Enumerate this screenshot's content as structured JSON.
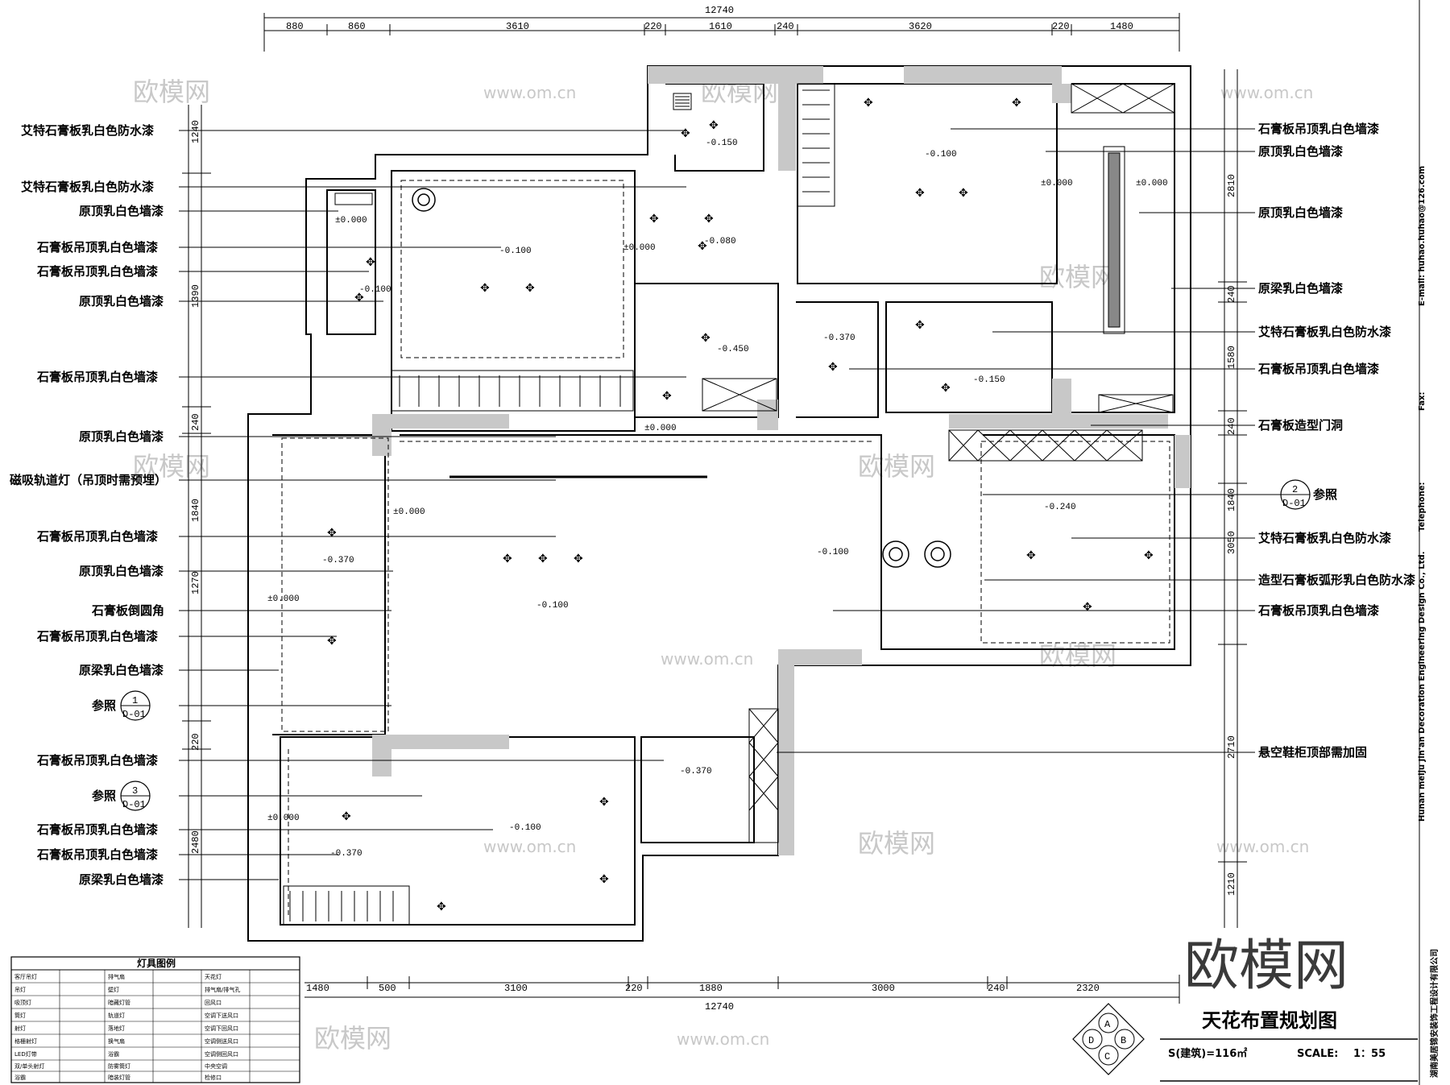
{
  "top_total": "12740",
  "top_dims": [
    {
      "t": "880"
    },
    {
      "t": "860"
    },
    {
      "t": "3610"
    },
    {
      "t": "220"
    },
    {
      "t": "1610"
    },
    {
      "t": "240"
    },
    {
      "t": "3620"
    },
    {
      "t": "220"
    },
    {
      "t": "1480"
    }
  ],
  "bottom_total": "12740",
  "bottom_dims": [
    {
      "t": "1480"
    },
    {
      "t": "500"
    },
    {
      "t": "3100"
    },
    {
      "t": "220"
    },
    {
      "t": "1880"
    },
    {
      "t": "3000"
    },
    {
      "t": "240"
    },
    {
      "t": "2320"
    }
  ],
  "left_dims": [
    {
      "t": "1240"
    },
    {
      "t": "1390"
    },
    {
      "t": "240"
    },
    {
      "t": "1840"
    },
    {
      "t": "1270"
    },
    {
      "t": "220"
    },
    {
      "t": "2480"
    }
  ],
  "right_dims": [
    {
      "t": "2810"
    },
    {
      "t": "240"
    },
    {
      "t": "1580"
    },
    {
      "t": "240"
    },
    {
      "t": "1840"
    },
    {
      "t": "3050"
    },
    {
      "t": "2710"
    },
    {
      "t": "1210"
    }
  ],
  "left_labels": [
    {
      "t": "艾特石膏板乳白色防水漆"
    },
    {
      "t": "艾特石膏板乳白色防水漆"
    },
    {
      "t": "原顶乳白色墙漆"
    },
    {
      "t": "石膏板吊顶乳白色墙漆"
    },
    {
      "t": "石膏板吊顶乳白色墙漆"
    },
    {
      "t": "原顶乳白色墙漆"
    },
    {
      "t": "石膏板吊顶乳白色墙漆"
    },
    {
      "t": "原顶乳白色墙漆"
    },
    {
      "t": "磁吸轨道灯（吊顶时需预埋）"
    },
    {
      "t": "石膏板吊顶乳白色墙漆"
    },
    {
      "t": "原顶乳白色墙漆"
    },
    {
      "t": "石膏板倒圆角"
    },
    {
      "t": "石膏板吊顶乳白色墙漆"
    },
    {
      "t": "原梁乳白色墙漆"
    },
    {
      "t": "参照"
    },
    {
      "t": "石膏板吊顶乳白色墙漆"
    },
    {
      "t": "参照"
    },
    {
      "t": "石膏板吊顶乳白色墙漆"
    },
    {
      "t": "石膏板吊顶乳白色墙漆"
    },
    {
      "t": "原梁乳白色墙漆"
    }
  ],
  "right_labels": [
    {
      "t": "石膏板吊顶乳白色墙漆"
    },
    {
      "t": "原顶乳白色墙漆"
    },
    {
      "t": "原顶乳白色墙漆"
    },
    {
      "t": "原梁乳白色墙漆"
    },
    {
      "t": "艾特石膏板乳白色防水漆"
    },
    {
      "t": "石膏板吊顶乳白色墙漆"
    },
    {
      "t": "石膏板造型门洞"
    },
    {
      "t": "参照"
    },
    {
      "t": "艾特石膏板乳白色防水漆"
    },
    {
      "t": "造型石膏板弧形乳白色防水漆"
    },
    {
      "t": "石膏板吊顶乳白色墙漆"
    },
    {
      "t": "悬空鞋柜顶部需加固"
    }
  ],
  "refs": [
    {
      "num": "1",
      "sheet": "D-01"
    },
    {
      "num": "3",
      "sheet": "D-01"
    },
    {
      "num": "2",
      "sheet": "D-01"
    }
  ],
  "elevations": [
    {
      "t": "-0.150"
    },
    {
      "t": "-0.100"
    },
    {
      "t": "±0.000"
    },
    {
      "t": "±0.000"
    },
    {
      "t": "-0.100"
    },
    {
      "t": "-0.100"
    },
    {
      "t": "±0.000"
    },
    {
      "t": "-0.080"
    },
    {
      "t": "-0.450"
    },
    {
      "t": "-0.370"
    },
    {
      "t": "-0.150"
    },
    {
      "t": "±0.000"
    },
    {
      "t": "±0.000"
    },
    {
      "t": "±0.000"
    },
    {
      "t": "-0.370"
    },
    {
      "t": "±0.000"
    },
    {
      "t": "-0.100"
    },
    {
      "t": "-0.100"
    },
    {
      "t": "-0.240"
    },
    {
      "t": "-0.370"
    },
    {
      "t": "-0.100"
    },
    {
      "t": "±0.000"
    },
    {
      "t": "-0.370"
    }
  ],
  "legend": {
    "title": "灯具图例",
    "items": [
      {
        "t": "客厅吊灯"
      },
      {
        "t": "吊灯"
      },
      {
        "t": "吸顶灯"
      },
      {
        "t": "筒灯"
      },
      {
        "t": "射灯"
      },
      {
        "t": "格栅射灯"
      },
      {
        "t": "LED灯带"
      },
      {
        "t": "双/单头射灯"
      },
      {
        "t": "浴霸"
      },
      {
        "t": "排气扇"
      },
      {
        "t": "壁灯"
      },
      {
        "t": "暗藏灯管"
      },
      {
        "t": "轨道灯"
      },
      {
        "t": "落地灯"
      },
      {
        "t": "换气扇"
      },
      {
        "t": "浴霸"
      },
      {
        "t": "防雾筒灯"
      },
      {
        "t": "暗装灯管"
      },
      {
        "t": "天花灯"
      },
      {
        "t": "排气扇/排气孔"
      },
      {
        "t": "回风口"
      },
      {
        "t": "空调下送风口"
      },
      {
        "t": "空调下回风口"
      },
      {
        "t": "空调侧送风口"
      },
      {
        "t": "空调侧回风口"
      },
      {
        "t": "中央空调"
      },
      {
        "t": "检修口"
      }
    ]
  },
  "title_block": {
    "title": "天花布置规划图",
    "area": "S(建筑)=116㎡",
    "scale_label": "SCALE:",
    "scale_value": "1：55",
    "rose": [
      "A",
      "B",
      "C",
      "D"
    ]
  },
  "side_text": {
    "company_cn": "湖南美居锦安装饰工程设计有限公司",
    "company_en": "Hunan meiju Jin'an Decoration Engineering Design Co., Ltd.",
    "telephone": "Telephone:",
    "fax": "Fax:",
    "email": "E-mail: huhao.huhao@126.com"
  },
  "watermarks": {
    "logo": "欧模网",
    "url": "www.om.cn"
  }
}
